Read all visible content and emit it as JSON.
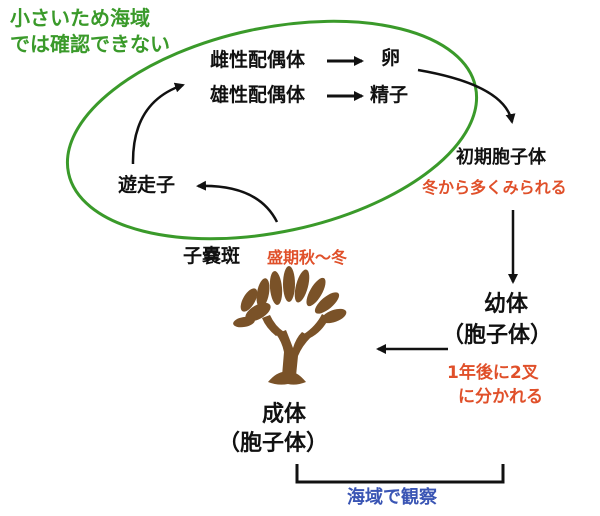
{
  "note_green": {
    "line1": "小さいため海域",
    "line2": "では確認できない"
  },
  "cycle": {
    "female_gametophyte": "雌性配偶体",
    "male_gametophyte": "雄性配偶体",
    "egg": "卵",
    "sperm": "精子",
    "young_sporophyte": "初期胞子体",
    "young_sporophyte_note": "冬から多くみられる",
    "zoospore": "遊走子",
    "sorus": "子嚢斑",
    "sorus_note": "盛期秋〜冬",
    "juvenile": {
      "line1": "幼体",
      "line2": "（胞子体）"
    },
    "juvenile_note": {
      "line1": "1年後に2叉",
      "line2": "に分かれる"
    },
    "adult": {
      "line1": "成体",
      "line2": "（胞子体）"
    }
  },
  "bracket_label": "海域で観察",
  "colors": {
    "green": "#3a9a2a",
    "red": "#e0502a",
    "blue": "#3a55b4",
    "brown": "#7a5228"
  }
}
